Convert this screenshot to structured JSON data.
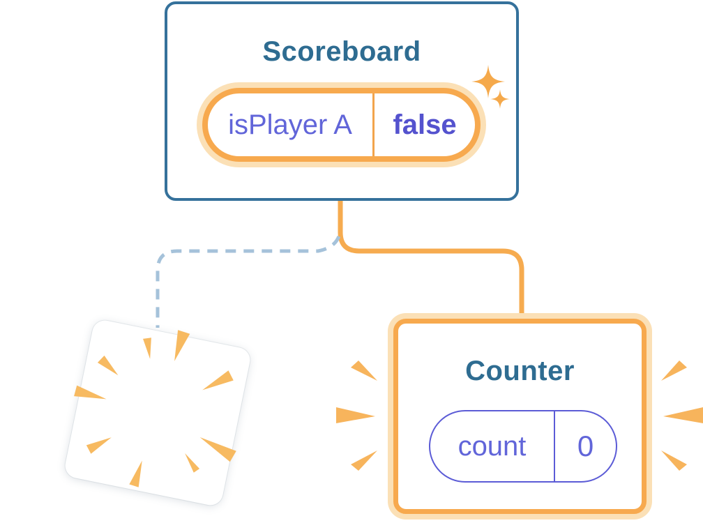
{
  "illustration": {
    "description": "React component state diagram: Scoreboard keeps state, Counter is added, old branch poofs away"
  },
  "scoreboard": {
    "title": "Scoreboard",
    "state": {
      "name": "isPlayer A",
      "value": "false"
    }
  },
  "counter": {
    "title": "Counter",
    "state": {
      "name": "count",
      "value": "0"
    }
  },
  "colors": {
    "card_border_blue": "#35719B",
    "title_blue": "#2E6C91",
    "accent_orange": "#F7A94E",
    "halo_orange": "#FBE0B6",
    "connector_orange": "#F6AB4F",
    "ray_orange": "#F7B45C",
    "burst_orange": "#F7BA61",
    "dashed_connector_blue": "#A5C2DA",
    "state_text_purple": "#6165D9",
    "state_value_purple": "#5452CE",
    "pill_border_purple": "#5B5BD6"
  },
  "icons": {
    "sparkles": "sparkle-icon",
    "poof_burst": "poof-burst-icon",
    "emphasis_rays": "emphasis-rays-icon"
  }
}
